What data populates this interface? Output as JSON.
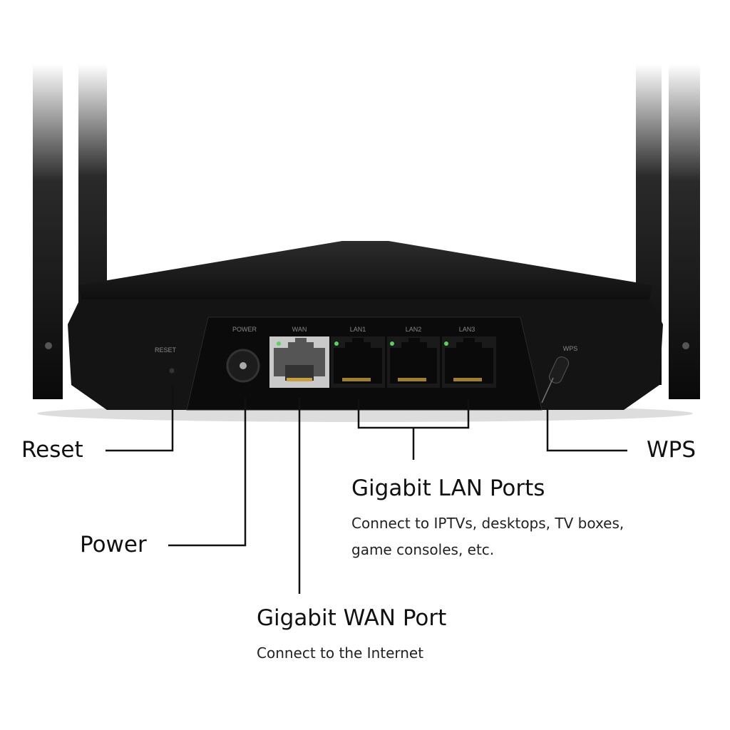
{
  "device_labels": {
    "reset": "RESET",
    "power": "POWER",
    "wan": "WAN",
    "lan1": "LAN1",
    "lan2": "LAN2",
    "lan3": "LAN3",
    "wps": "WPS"
  },
  "callouts": {
    "reset": "Reset",
    "power": "Power",
    "wps": "WPS",
    "lan_title": "Gigabit LAN Ports",
    "lan_desc_1": "Connect to IPTVs, desktops, TV boxes,",
    "lan_desc_2": "game consoles, etc.",
    "wan_title": "Gigabit WAN Port",
    "wan_desc": "Connect to the Internet"
  },
  "colors": {
    "led": "#5fd05f",
    "body": "#121212",
    "wan_port": "#c9c9c9"
  }
}
